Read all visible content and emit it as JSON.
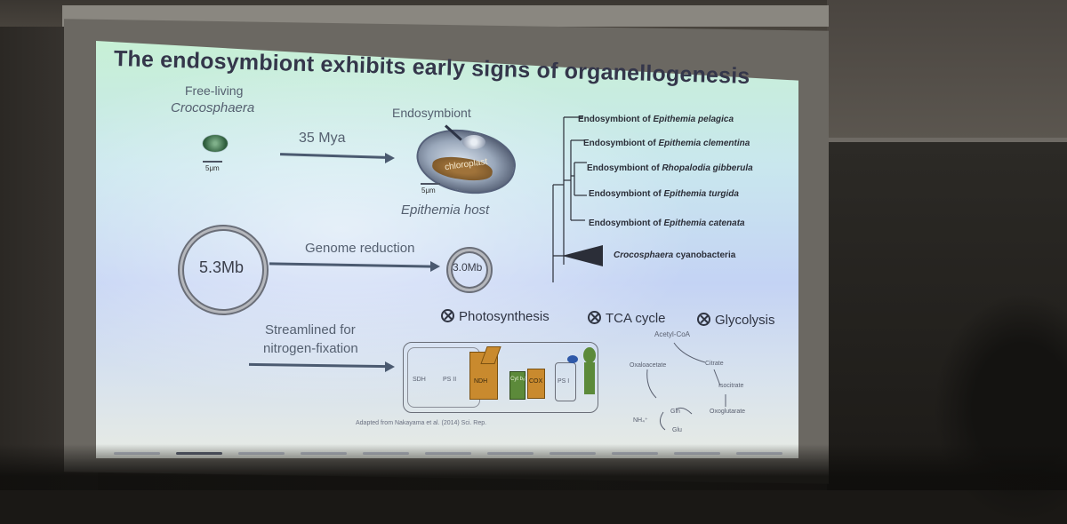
{
  "slide": {
    "title": "The endosymbiont exhibits early signs of organellogenesis",
    "free_living_line1": "Free-living",
    "free_living_line2": "Crocosphaera",
    "scale_left": "5μm",
    "time_label": "35 Mya",
    "endosymbiont_label": "Endosymbiont",
    "chloroplast_label": "chloroplast",
    "scale_right": "5μm",
    "host_label": "Epithemia host",
    "genome_left": "5.3Mb",
    "genome_reduction": "Genome reduction",
    "genome_right": "3.0Mb",
    "streamlined_line1": "Streamlined for",
    "streamlined_line2": "nitrogen-fixation",
    "citation": "Adapted from Nakayama et al. (2014) Sci. Rep.",
    "pathways": [
      "Photosynthesis",
      "TCA cycle",
      "Glycolysis"
    ],
    "tree": [
      {
        "prefix": "Endosymbiont of ",
        "species": "Epithemia pelagica"
      },
      {
        "prefix": "Endosymbiont of ",
        "species": "Epithemia clementina"
      },
      {
        "prefix": "Endosymbiont of ",
        "species": "Rhopalodia gibberula"
      },
      {
        "prefix": "Endosymbiont of ",
        "species": "Epithemia turgida"
      },
      {
        "prefix": "Endosymbiont of ",
        "species": "Epithemia catenata"
      },
      {
        "prefix": "",
        "species": "Crocosphaera",
        "suffix": " cyanobacteria"
      }
    ],
    "tca": {
      "acetyl": "Acetyl-CoA",
      "oxaloacetate": "Oxaloacetate",
      "citrate": "Citrate",
      "isocitrate": "Isocitrate",
      "oxoglutarate": "Oxoglutarate",
      "gln": "Gln",
      "glu": "Glu",
      "nh4": "NH₄⁺"
    },
    "complexes": [
      "SDH",
      "PS II",
      "NDH",
      "Cyt b₆f",
      "COX",
      "PS I"
    ]
  },
  "colors": {
    "accent_orange": "#c98a2e",
    "accent_green": "#5c8a3a",
    "title": "#34364a"
  }
}
